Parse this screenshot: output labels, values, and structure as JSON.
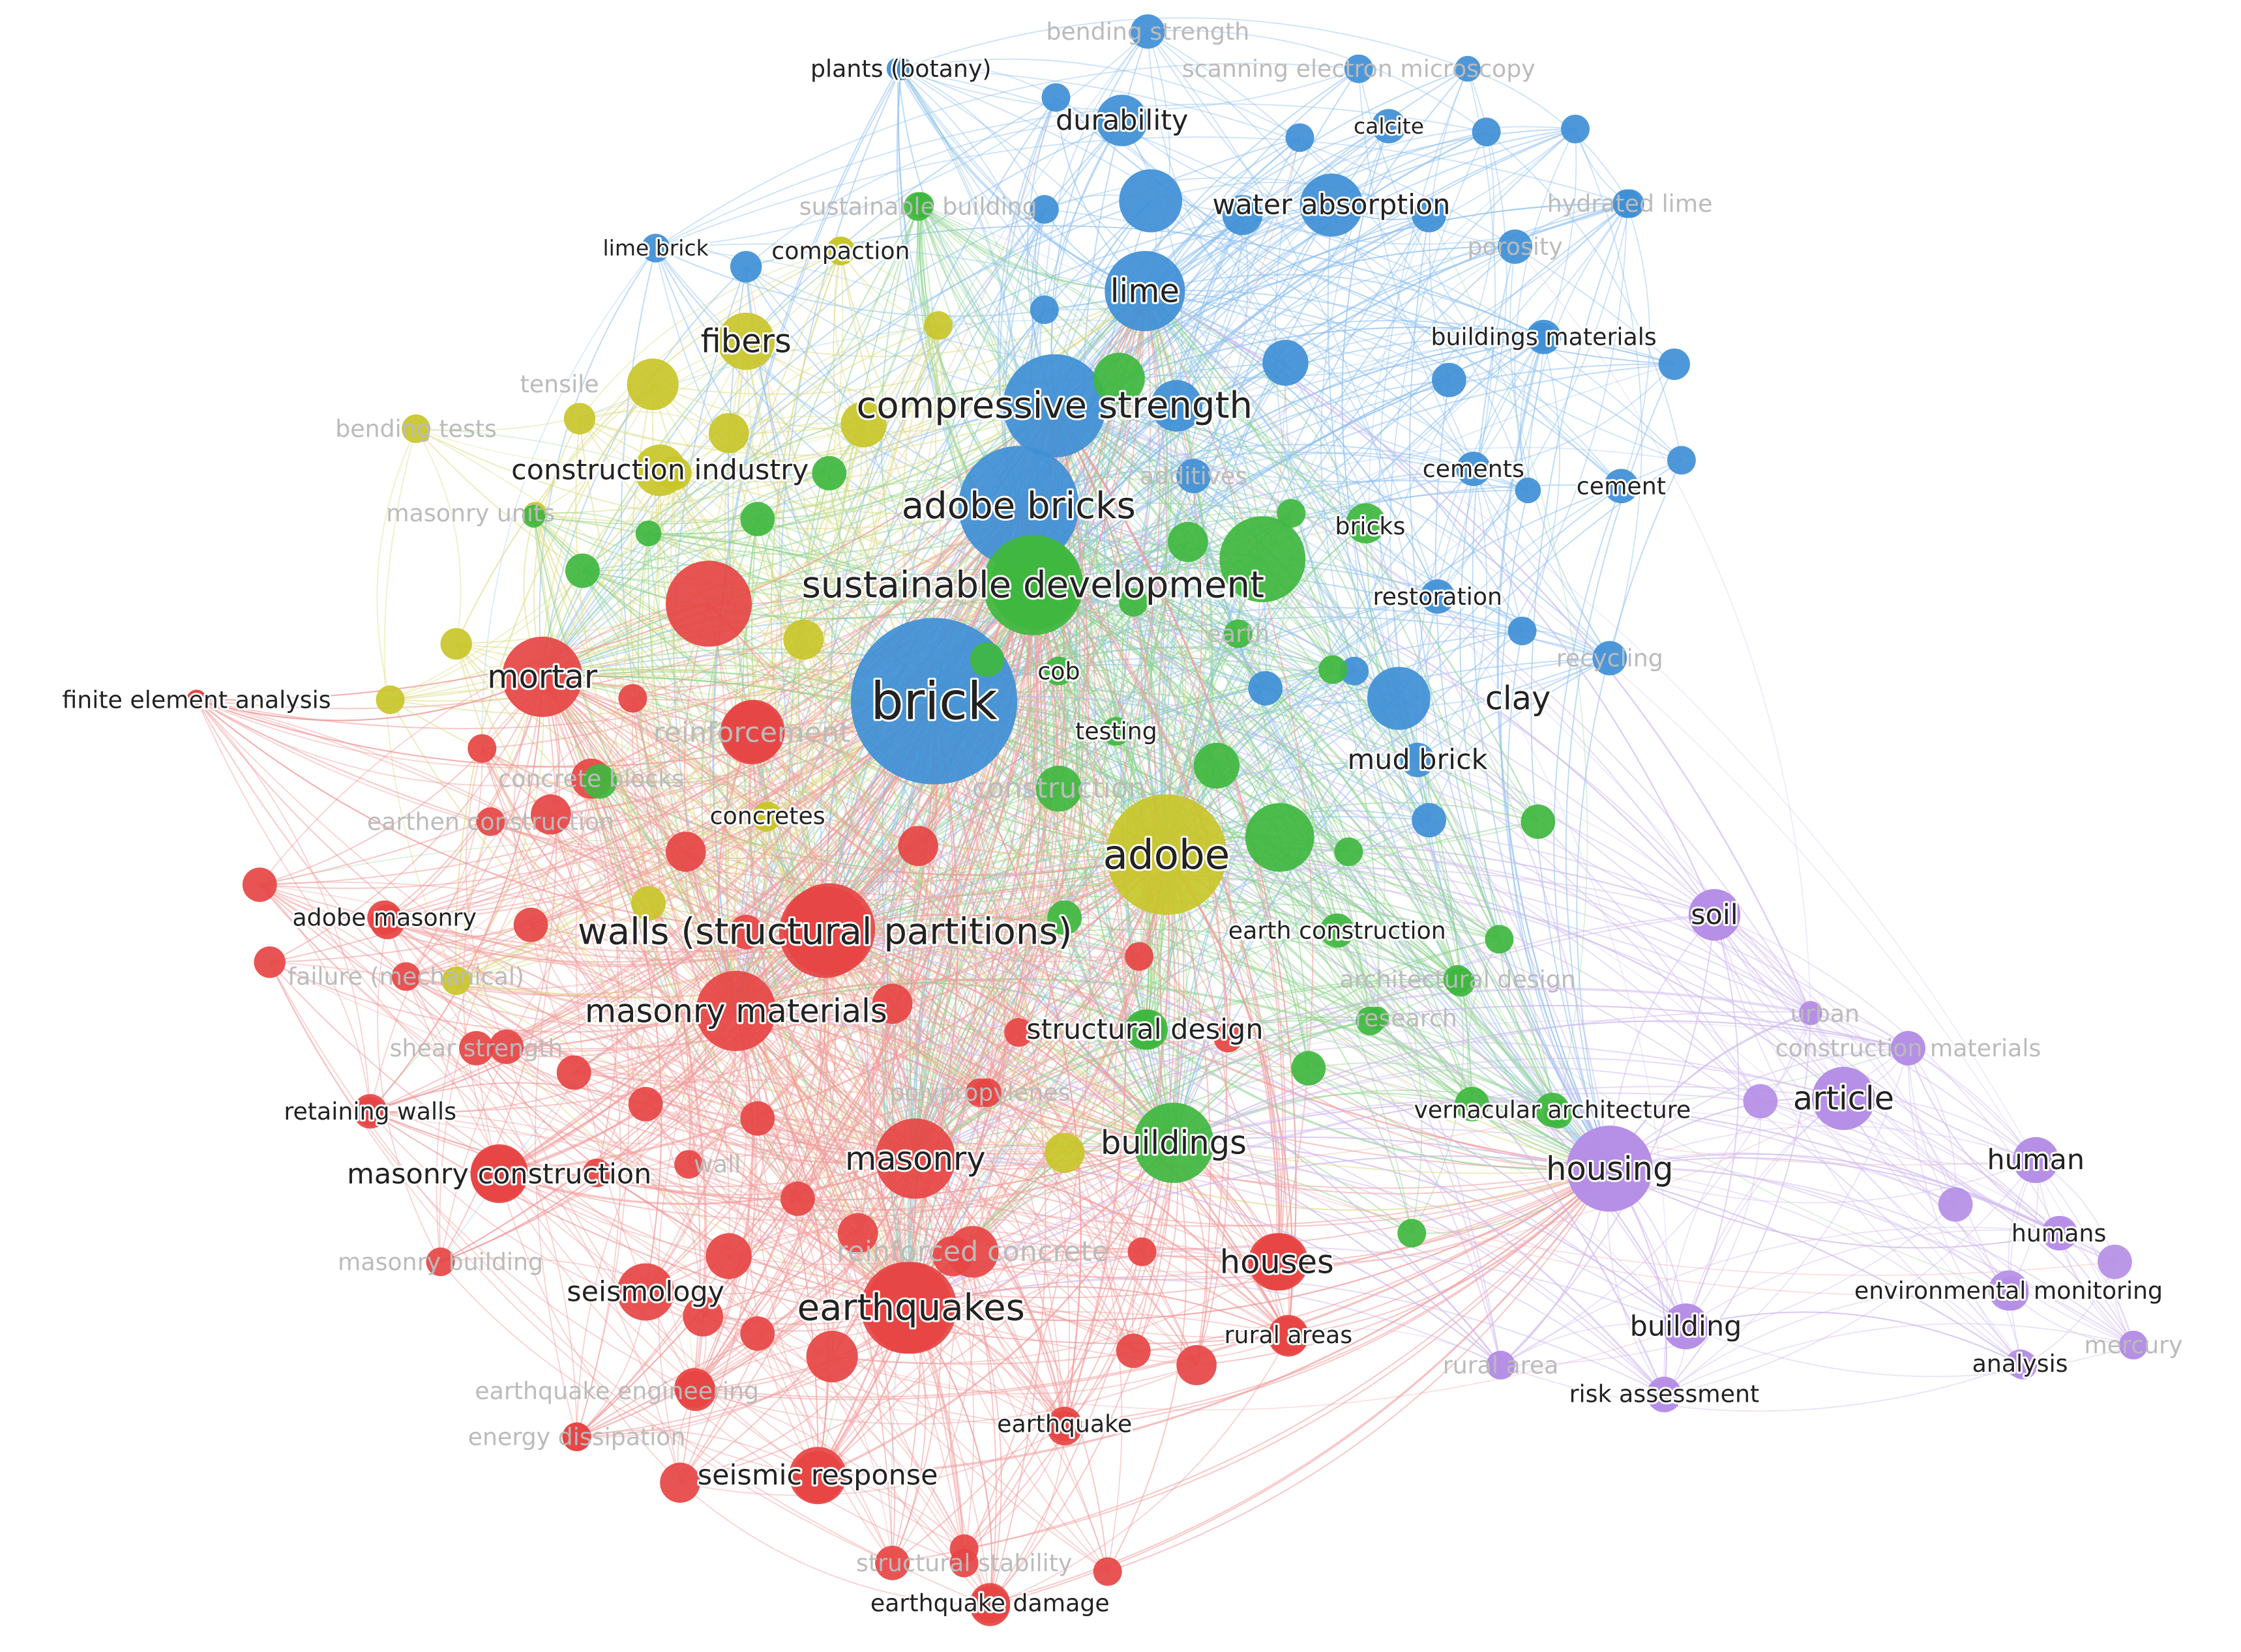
{
  "colors": {
    "red": "#e64544",
    "green": "#3fb73f",
    "blue": "#3f8fd6",
    "yellow": "#c9c62a",
    "purple": "#b58ee6",
    "edge_red": "#f29a9a",
    "edge_green": "#8fd58f",
    "edge_blue": "#8cbff0",
    "edge_yellow": "#dedc86",
    "edge_purple": "#d2bdf0"
  },
  "clusters": [
    "red",
    "green",
    "blue",
    "yellow",
    "purple"
  ],
  "labels": [
    {
      "id": "bending_strength",
      "text": "bending strength",
      "cluster": "blue",
      "faded": true
    },
    {
      "id": "plants_botany",
      "text": "plants (botany)",
      "cluster": "blue",
      "faded": false
    },
    {
      "id": "sem",
      "text": "scanning electron microscopy",
      "cluster": "blue",
      "faded": true
    },
    {
      "id": "durability",
      "text": "durability",
      "cluster": "blue",
      "faded": false
    },
    {
      "id": "calcite",
      "text": "calcite",
      "cluster": "blue",
      "faded": false
    },
    {
      "id": "sustainable_building",
      "text": "sustainable building",
      "cluster": "green",
      "faded": true
    },
    {
      "id": "water_absorption",
      "text": "water absorption",
      "cluster": "blue",
      "faded": false
    },
    {
      "id": "hydrated_lime",
      "text": "hydrated lime",
      "cluster": "blue",
      "faded": true
    },
    {
      "id": "lime_brick",
      "text": "lime brick",
      "cluster": "blue",
      "faded": false
    },
    {
      "id": "compaction",
      "text": "compaction",
      "cluster": "yellow",
      "faded": false
    },
    {
      "id": "porosity",
      "text": "porosity",
      "cluster": "blue",
      "faded": true
    },
    {
      "id": "lime",
      "text": "lime",
      "cluster": "blue",
      "faded": false
    },
    {
      "id": "fibers",
      "text": "fibers",
      "cluster": "yellow",
      "faded": false
    },
    {
      "id": "buildings_materials",
      "text": "buildings materials",
      "cluster": "blue",
      "faded": false
    },
    {
      "id": "tensile",
      "text": "tensile",
      "cluster": "yellow",
      "faded": true
    },
    {
      "id": "compressive_strength",
      "text": "compressive strength",
      "cluster": "blue",
      "faded": false
    },
    {
      "id": "bending_tests",
      "text": "bending tests",
      "cluster": "yellow",
      "faded": true
    },
    {
      "id": "construction_industry",
      "text": "construction industry",
      "cluster": "yellow",
      "faded": false
    },
    {
      "id": "additives",
      "text": "additives",
      "cluster": "blue",
      "faded": true
    },
    {
      "id": "cements",
      "text": "cements",
      "cluster": "blue",
      "faded": false
    },
    {
      "id": "cement",
      "text": "cement",
      "cluster": "blue",
      "faded": false
    },
    {
      "id": "masonry_units",
      "text": "masonry units",
      "cluster": "yellow",
      "faded": true
    },
    {
      "id": "adobe_bricks",
      "text": "adobe bricks",
      "cluster": "blue",
      "faded": false
    },
    {
      "id": "bricks",
      "text": "bricks",
      "cluster": "green",
      "faded": false
    },
    {
      "id": "sustainable_development",
      "text": "sustainable development",
      "cluster": "green",
      "faded": false
    },
    {
      "id": "restoration",
      "text": "restoration",
      "cluster": "blue",
      "faded": false
    },
    {
      "id": "earth",
      "text": "earth",
      "cluster": "green",
      "faded": true
    },
    {
      "id": "recycling",
      "text": "recycling",
      "cluster": "blue",
      "faded": true
    },
    {
      "id": "mortar",
      "text": "mortar",
      "cluster": "red",
      "faded": false
    },
    {
      "id": "cob",
      "text": "cob",
      "cluster": "green",
      "faded": false
    },
    {
      "id": "brick",
      "text": "brick",
      "cluster": "blue",
      "faded": false
    },
    {
      "id": "clay",
      "text": "clay",
      "cluster": "blue",
      "faded": false
    },
    {
      "id": "finite_element_analysis",
      "text": "finite element analysis",
      "cluster": "red",
      "faded": false
    },
    {
      "id": "testing",
      "text": "testing",
      "cluster": "green",
      "faded": false
    },
    {
      "id": "reinforcement",
      "text": "reinforcement",
      "cluster": "red",
      "faded": true
    },
    {
      "id": "mud_brick",
      "text": "mud brick",
      "cluster": "blue",
      "faded": false
    },
    {
      "id": "concrete_blocks",
      "text": "concrete blocks",
      "cluster": "red",
      "faded": true
    },
    {
      "id": "construction",
      "text": "construction",
      "cluster": "green",
      "faded": true
    },
    {
      "id": "earthen_construction",
      "text": "earthen construction",
      "cluster": "red",
      "faded": true
    },
    {
      "id": "concretes",
      "text": "concretes",
      "cluster": "yellow",
      "faded": false
    },
    {
      "id": "adobe",
      "text": "adobe",
      "cluster": "yellow",
      "faded": false
    },
    {
      "id": "adobe_masonry",
      "text": "adobe masonry",
      "cluster": "red",
      "faded": false
    },
    {
      "id": "walls",
      "text": "walls (structural partitions)",
      "cluster": "red",
      "faded": false
    },
    {
      "id": "earth_construction",
      "text": "earth construction",
      "cluster": "green",
      "faded": false
    },
    {
      "id": "soil",
      "text": "soil",
      "cluster": "purple",
      "faded": false
    },
    {
      "id": "failure_mechanical",
      "text": "failure (mechanical)",
      "cluster": "red",
      "faded": true
    },
    {
      "id": "architectural_design",
      "text": "architectural design",
      "cluster": "green",
      "faded": true
    },
    {
      "id": "masonry_materials",
      "text": "masonry materials",
      "cluster": "red",
      "faded": false
    },
    {
      "id": "urban",
      "text": "urban",
      "cluster": "purple",
      "faded": true
    },
    {
      "id": "research",
      "text": "research",
      "cluster": "green",
      "faded": true
    },
    {
      "id": "structural_design",
      "text": "structural design",
      "cluster": "green",
      "faded": false
    },
    {
      "id": "construction_materials",
      "text": "construction materials",
      "cluster": "purple",
      "faded": true
    },
    {
      "id": "shear_strength",
      "text": "shear strength",
      "cluster": "red",
      "faded": true
    },
    {
      "id": "polypropylenes",
      "text": "polypropylenes",
      "cluster": "red",
      "faded": true
    },
    {
      "id": "retaining_walls",
      "text": "retaining walls",
      "cluster": "red",
      "faded": false
    },
    {
      "id": "vernacular_architecture",
      "text": "vernacular architecture",
      "cluster": "green",
      "faded": false
    },
    {
      "id": "article",
      "text": "article",
      "cluster": "purple",
      "faded": false
    },
    {
      "id": "masonry",
      "text": "masonry",
      "cluster": "red",
      "faded": false
    },
    {
      "id": "buildings",
      "text": "buildings",
      "cluster": "green",
      "faded": false
    },
    {
      "id": "housing",
      "text": "housing",
      "cluster": "purple",
      "faded": false
    },
    {
      "id": "human",
      "text": "human",
      "cluster": "purple",
      "faded": false
    },
    {
      "id": "masonry_construction",
      "text": "masonry construction",
      "cluster": "red",
      "faded": false
    },
    {
      "id": "wall",
      "text": "wall",
      "cluster": "red",
      "faded": true
    },
    {
      "id": "humans",
      "text": "humans",
      "cluster": "purple",
      "faded": false
    },
    {
      "id": "reinforced_concrete",
      "text": "reinforced concrete",
      "cluster": "red",
      "faded": true
    },
    {
      "id": "houses",
      "text": "houses",
      "cluster": "red",
      "faded": false
    },
    {
      "id": "masonry_building",
      "text": "masonry building",
      "cluster": "red",
      "faded": true
    },
    {
      "id": "environmental_monitoring",
      "text": "environmental monitoring",
      "cluster": "purple",
      "faded": false
    },
    {
      "id": "seismology",
      "text": "seismology",
      "cluster": "red",
      "faded": false
    },
    {
      "id": "earthquakes",
      "text": "earthquakes",
      "cluster": "red",
      "faded": false
    },
    {
      "id": "building",
      "text": "building",
      "cluster": "purple",
      "faded": false
    },
    {
      "id": "rural_areas",
      "text": "rural areas",
      "cluster": "red",
      "faded": false
    },
    {
      "id": "mercury",
      "text": "mercury",
      "cluster": "purple",
      "faded": true
    },
    {
      "id": "rural_area",
      "text": "rural area",
      "cluster": "purple",
      "faded": true
    },
    {
      "id": "analysis",
      "text": "analysis",
      "cluster": "purple",
      "faded": false
    },
    {
      "id": "earthquake_engineering",
      "text": "earthquake engineering",
      "cluster": "red",
      "faded": true
    },
    {
      "id": "risk_assessment",
      "text": "risk assessment",
      "cluster": "purple",
      "faded": false
    },
    {
      "id": "energy_dissipation",
      "text": "energy dissipation",
      "cluster": "red",
      "faded": true
    },
    {
      "id": "earthquake",
      "text": "earthquake",
      "cluster": "red",
      "faded": false
    },
    {
      "id": "seismic_response",
      "text": "seismic response",
      "cluster": "red",
      "faded": false
    },
    {
      "id": "structural_stability",
      "text": "structural stability",
      "cluster": "red",
      "faded": true
    },
    {
      "id": "earthquake_damage",
      "text": "earthquake damage",
      "cluster": "red",
      "faded": false
    }
  ]
}
